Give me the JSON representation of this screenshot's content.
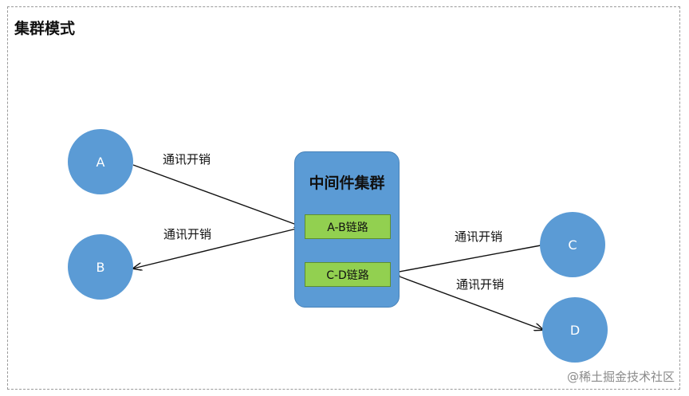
{
  "title": "集群模式",
  "nodes": {
    "a": "A",
    "b": "B",
    "c": "C",
    "d": "D"
  },
  "cluster": {
    "title": "中间件集群",
    "links": [
      "A-B链路",
      "C-D链路"
    ]
  },
  "edge_label": "通讯开销",
  "watermark": "@稀土掘金技术社区",
  "colors": {
    "node": "#5b9bd5",
    "cluster": "#5b9bd5",
    "link": "#92d050"
  }
}
